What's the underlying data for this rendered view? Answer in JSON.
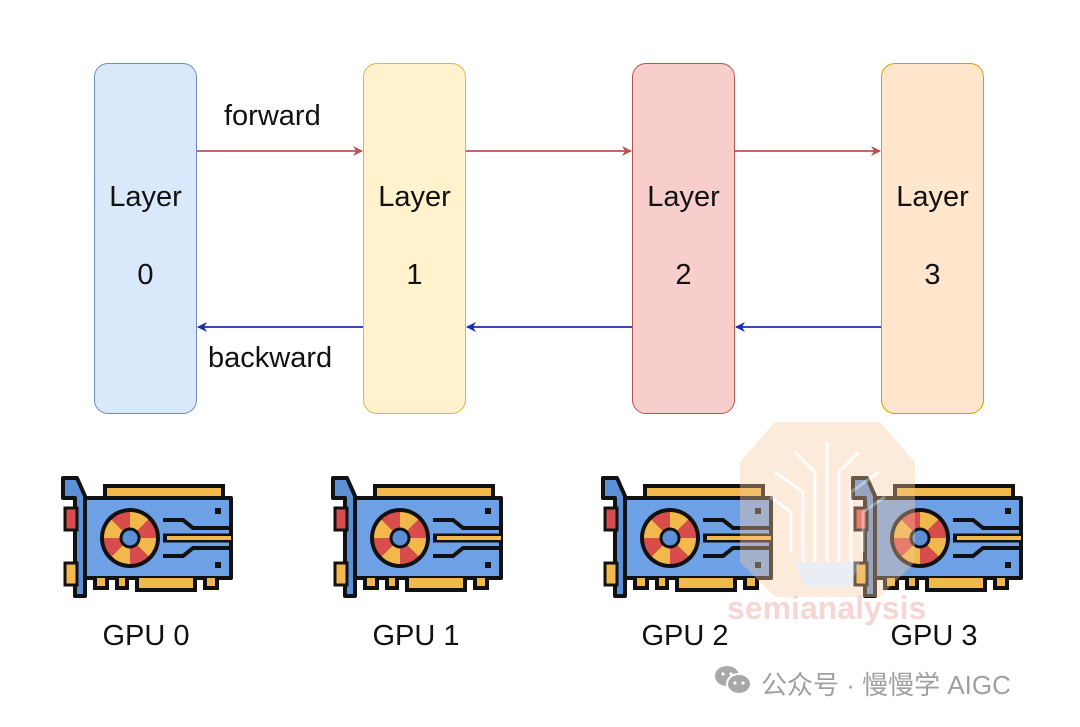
{
  "diagram": {
    "layers": [
      {
        "title": "Layer",
        "index": "0",
        "fill": "#dae8fc",
        "stroke": "#6c8ebf"
      },
      {
        "title": "Layer",
        "index": "1",
        "fill": "#fff2cc",
        "stroke": "#d6b656"
      },
      {
        "title": "Layer",
        "index": "2",
        "fill": "#f8cecc",
        "stroke": "#b85450"
      },
      {
        "title": "Layer",
        "index": "3",
        "fill": "#ffe6cc",
        "stroke": "#d79b00"
      }
    ],
    "forward_label": "forward",
    "backward_label": "backward",
    "forward_color": "#b85450",
    "backward_color": "#1a2fb0",
    "gpus": [
      {
        "label": "GPU 0"
      },
      {
        "label": "GPU 1"
      },
      {
        "label": "GPU 2"
      },
      {
        "label": "GPU 3"
      }
    ]
  },
  "watermark": {
    "text": "semianalysis"
  },
  "footer": {
    "icon": "wechat-icon",
    "text": "公众号 · 慢慢学 AIGC"
  }
}
